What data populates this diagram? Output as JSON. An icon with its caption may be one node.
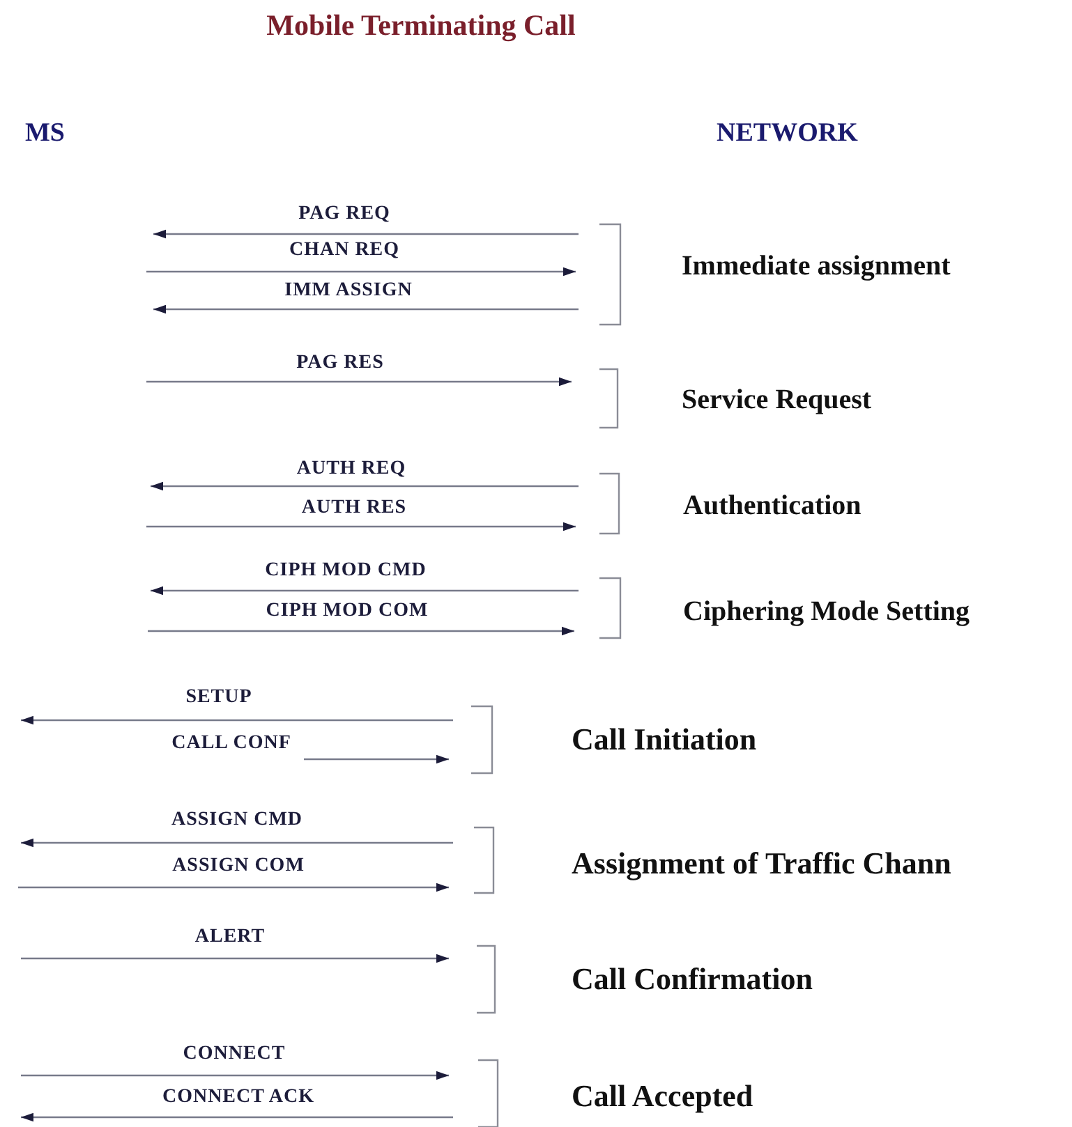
{
  "diagram": {
    "title": "Mobile Terminating Call",
    "labels": [
      "MS",
      "NETWORK",
      "PAG REQ",
      "CHAN REQ",
      "IMM ASSIGN",
      "Immediate assignment",
      "PAG RES",
      "Service Request",
      "AUTH REQ",
      "AUTH RES",
      "Authentication",
      "CIPH MOD CMD",
      "CIPH MOD COM",
      "Ciphering Mode Setting",
      "SETUP",
      "CALL CONF",
      "Call Initiation",
      "ASSIGN CMD",
      "ASSIGN COM",
      "Assignment of Traffic Chann",
      "ALERT",
      "Call Confirmation",
      "CONNECT",
      "CONNECT ACK",
      "Call Accepted"
    ]
  }
}
